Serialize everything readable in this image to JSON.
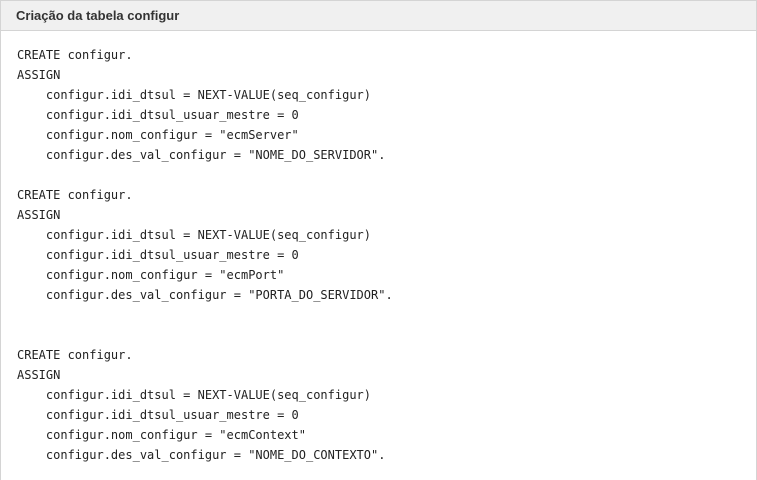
{
  "header": {
    "title": "Criação da tabela configur"
  },
  "code": {
    "lines": [
      "CREATE configur.",
      "ASSIGN",
      "    configur.idi_dtsul = NEXT-VALUE(seq_configur)",
      "    configur.idi_dtsul_usuar_mestre = 0",
      "    configur.nom_configur = \"ecmServer\"",
      "    configur.des_val_configur = \"NOME_DO_SERVIDOR\".",
      "",
      "CREATE configur.",
      "ASSIGN",
      "    configur.idi_dtsul = NEXT-VALUE(seq_configur)",
      "    configur.idi_dtsul_usuar_mestre = 0",
      "    configur.nom_configur = \"ecmPort\"",
      "    configur.des_val_configur = \"PORTA_DO_SERVIDOR\".",
      "",
      "",
      "CREATE configur.",
      "ASSIGN",
      "    configur.idi_dtsul = NEXT-VALUE(seq_configur)",
      "    configur.idi_dtsul_usuar_mestre = 0",
      "    configur.nom_configur = \"ecmContext\"",
      "    configur.des_val_configur = \"NOME_DO_CONTEXTO\"."
    ]
  }
}
